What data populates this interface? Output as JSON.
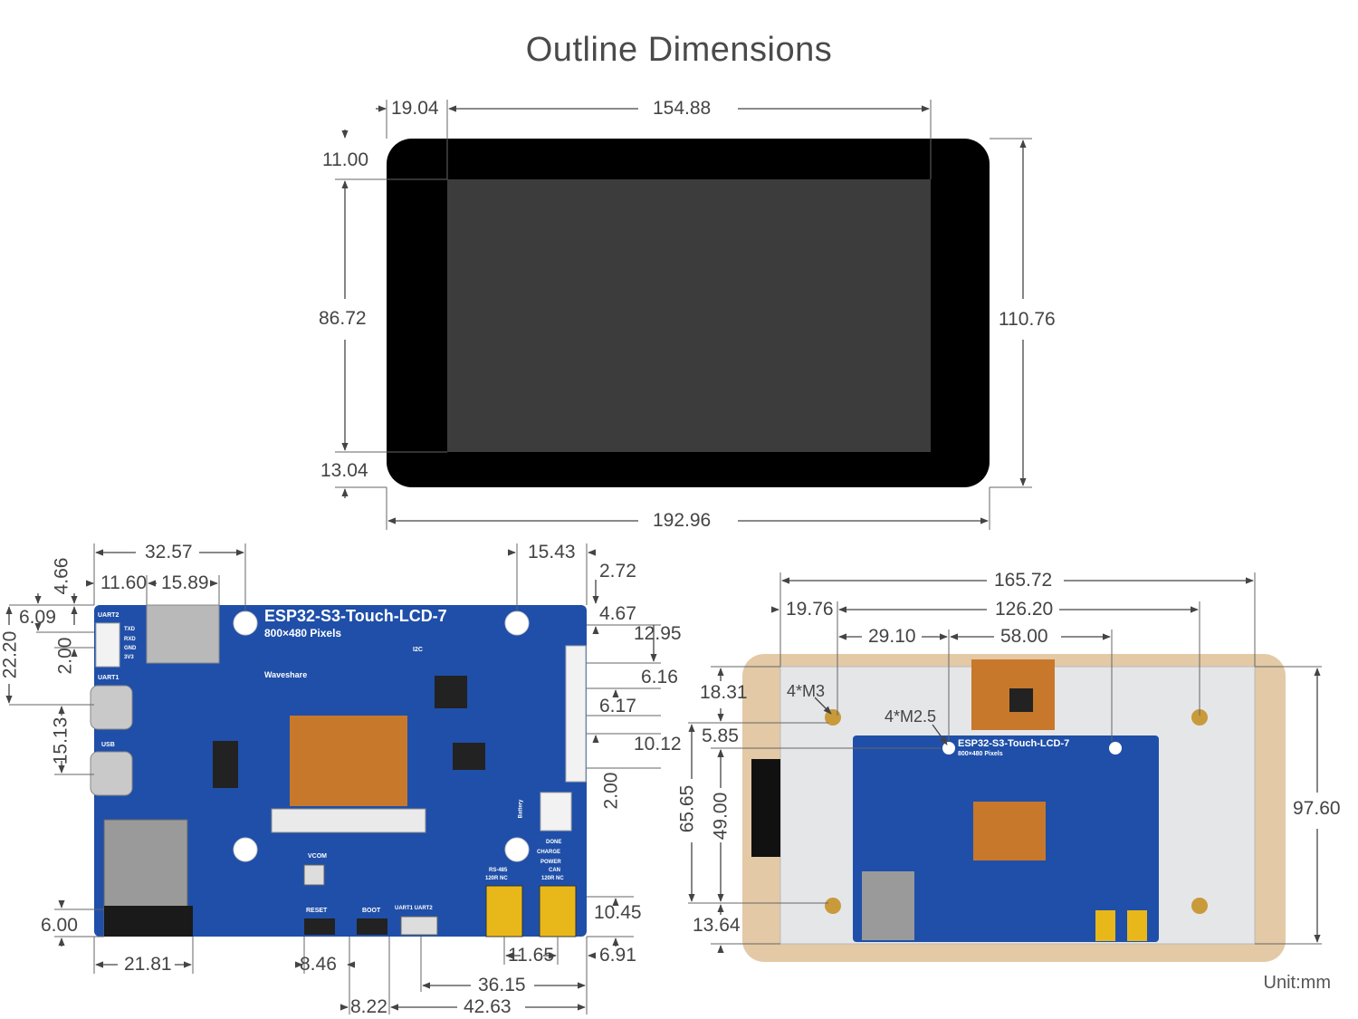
{
  "title": "Outline Dimensions",
  "unit": "Unit:mm",
  "front_view": {
    "width": "192.96",
    "active_width": "154.88",
    "left_bezel": "19.04",
    "height": "110.76",
    "active_height": "86.72",
    "top_bezel": "11.00",
    "bottom_bezel": "13.04"
  },
  "board_view": {
    "board_name": "ESP32-S3-Touch-LCD-7",
    "resolution": "800×480 Pixels",
    "brand": "Waveshare",
    "dims": {
      "d32_57": "32.57",
      "d11_60": "11.60",
      "d15_89": "15.89",
      "d4_66": "4.66",
      "d6_09": "6.09",
      "d22_20": "22.20",
      "d2_00a": "2.00",
      "d15_13": "15.13",
      "d15_43": "15.43",
      "d2_72": "2.72",
      "d4_67": "4.67",
      "d12_95": "12.95",
      "d6_16": "6.16",
      "d6_17": "6.17",
      "d10_12": "10.12",
      "d2_00b": "2.00",
      "d10_45": "10.45",
      "d6_91": "6.91",
      "d11_65": "11.65",
      "d36_15": "36.15",
      "d42_63": "42.63",
      "d8_22": "8.22",
      "d8_46": "8.46",
      "d21_81": "21.81",
      "d6_00": "6.00"
    },
    "silk": {
      "uart2": "UART2",
      "uart1": "UART1",
      "usb": "USB",
      "txd": "TXD",
      "rxd": "RXD",
      "gnd": "GND",
      "v3": "3V3",
      "i2c": "I2C",
      "vcom": "VCOM",
      "reset": "RESET",
      "boot": "BOOT",
      "uart_sel": "UART1   UART2",
      "rs485": "RS-485",
      "can": "CAN",
      "r120": "120R  NC",
      "done": "DONE",
      "charge": "CHARGE",
      "power": "POWER",
      "battery": "Battery"
    }
  },
  "back_view": {
    "d165_72": "165.72",
    "d19_76": "19.76",
    "d126_20": "126.20",
    "d29_10": "29.10",
    "d58_00": "58.00",
    "d18_31": "18.31",
    "d5_85": "5.85",
    "d65_65": "65.65",
    "d49_00": "49.00",
    "d13_64": "13.64",
    "d97_60": "97.60",
    "m3": "4*M3",
    "m25": "4*M2.5",
    "board_name": "ESP32-S3-Touch-LCD-7",
    "resolution": "800×480 Pixels"
  },
  "colors": {
    "pcb": "#1f4fa8",
    "bezel": "#000000",
    "screen": "#3c3c3c",
    "fpc": "#c8782a",
    "acrylic": "#e3c9a6",
    "panel": "#e5e6e8"
  }
}
